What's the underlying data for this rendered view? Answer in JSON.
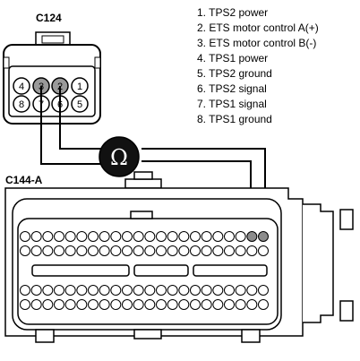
{
  "connector_c124": {
    "label": "C124",
    "top_row": [
      "4",
      "3",
      "2",
      "1"
    ],
    "bottom_row": [
      "8",
      "7",
      "6",
      "5"
    ],
    "highlighted": [
      "3",
      "2"
    ]
  },
  "connector_c144a": {
    "label": "C144-A"
  },
  "meter": {
    "symbol": "Ω"
  },
  "legend": [
    "1. TPS2 power",
    "2. ETS motor control A(+)",
    "3. ETS motor control B(-)",
    "4. TPS1 power",
    "5. TPS2 ground",
    "6. TPS2 signal",
    "7. TPS1 signal",
    "8. TPS1 ground"
  ]
}
